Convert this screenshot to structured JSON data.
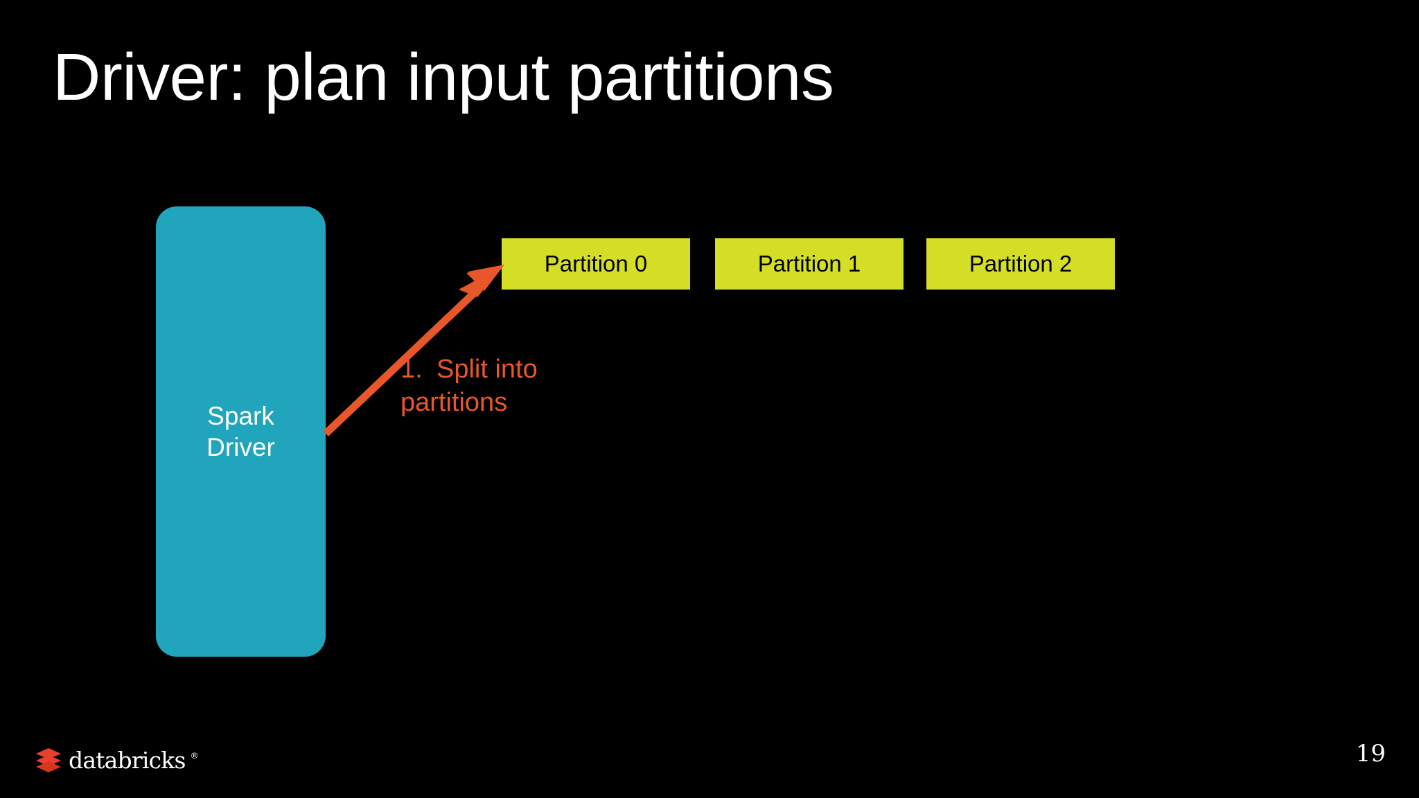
{
  "slide": {
    "title": "Driver: plan input partitions",
    "background_color": "#000000",
    "page_number": "19"
  },
  "driver": {
    "line1": "Spark",
    "line2": "Driver",
    "fill_color": "#21A5BC",
    "text_color": "#FFFFFF"
  },
  "partitions": {
    "fill_color": "#D4DE26",
    "text_color": "#000000",
    "items": [
      {
        "label": "Partition 0"
      },
      {
        "label": "Partition 1"
      },
      {
        "label": "Partition 2"
      }
    ]
  },
  "annotation": {
    "number": "1.",
    "text": "Split into partitions",
    "color": "#E8572A"
  },
  "arrow": {
    "color": "#E8572A",
    "from": "Spark Driver",
    "to": "Partition 0"
  },
  "footer": {
    "logo_wordmark": "databricks",
    "logo_trademark": "®",
    "logo_mark_color": "#E8402B",
    "logo_icon": "databricks-stacked-layers-icon"
  }
}
